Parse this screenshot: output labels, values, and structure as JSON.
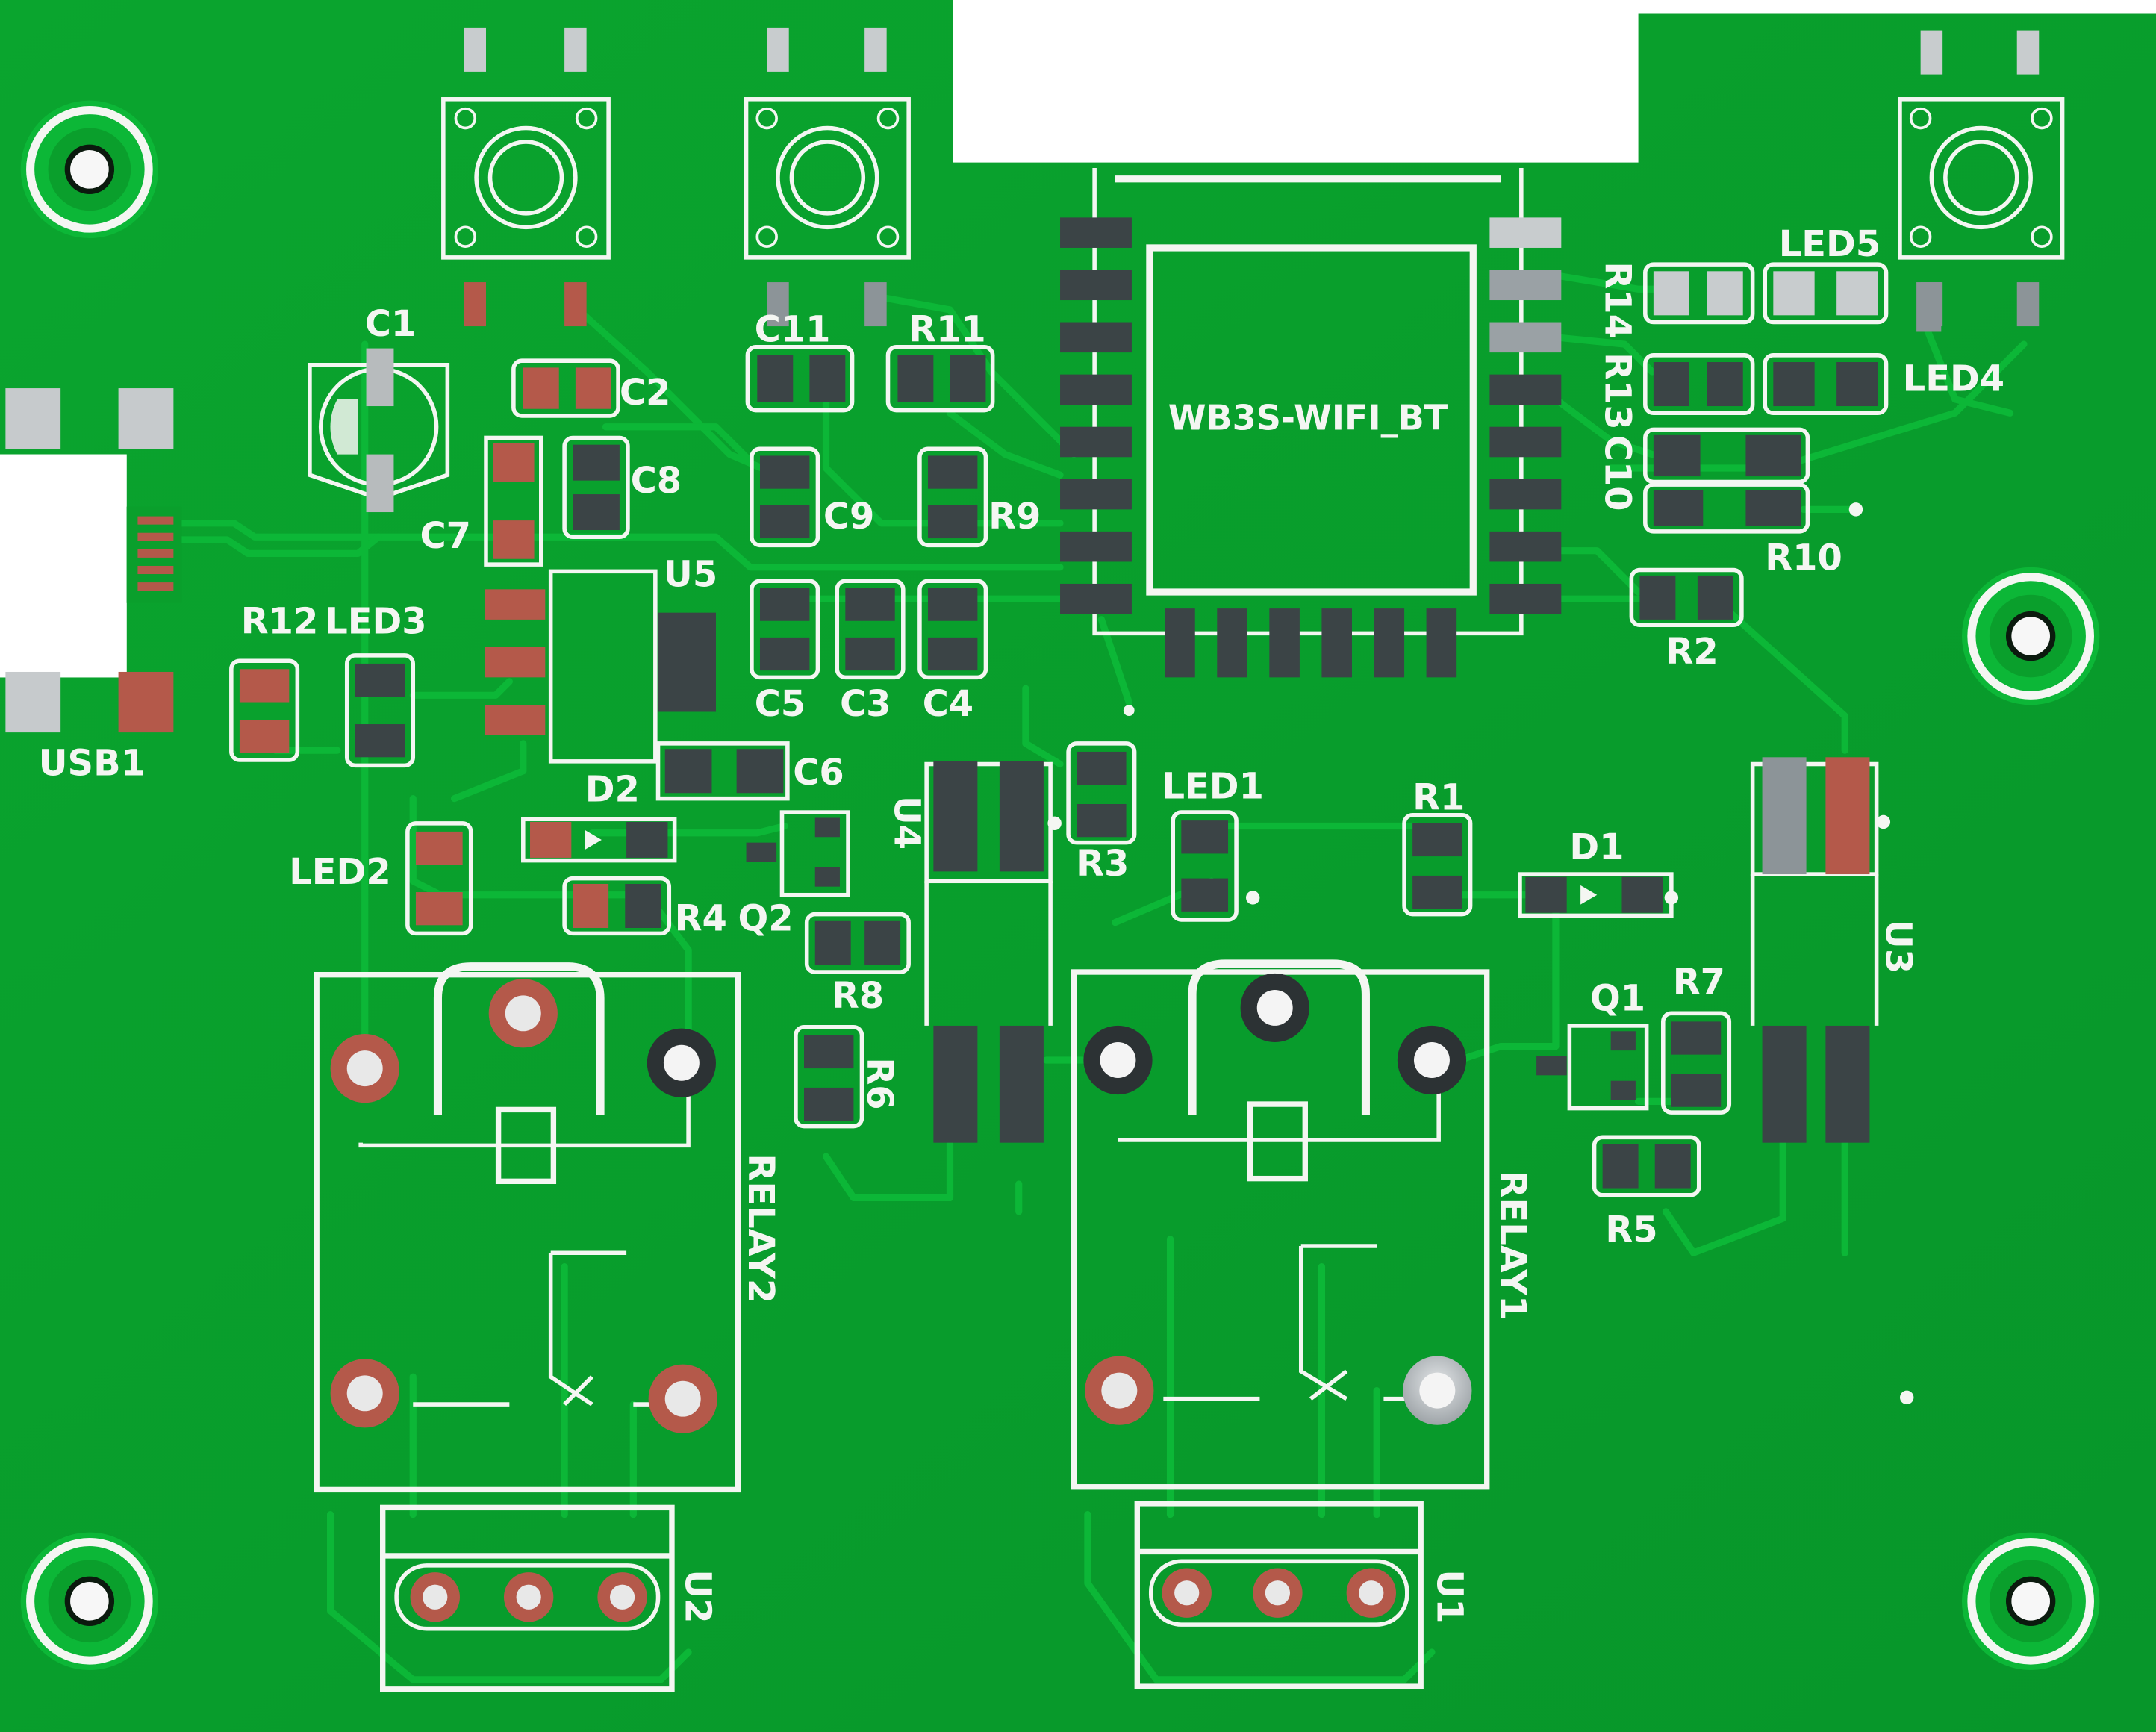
{
  "board": {
    "colors": {
      "substrate": "#0a9f2c",
      "trace": "#0bb336",
      "silkscreen": "#f4f6f2",
      "pad_tin": "#c9cdcf",
      "pad_copper": "#b4594a",
      "background": "#ffffff"
    },
    "module_label": "WB3S-WIFI_BT",
    "designators": {
      "USB1": "USB1",
      "C1": "C1",
      "C2": "C2",
      "C3": "C3",
      "C4": "C4",
      "C5": "C5",
      "C6": "C6",
      "C7": "C7",
      "C8": "C8",
      "C9": "C9",
      "C10": "C10",
      "C11": "C11",
      "R1": "R1",
      "R2": "R2",
      "R3": "R3",
      "R4": "R4",
      "R5": "R5",
      "R6": "R6",
      "R7": "R7",
      "R8": "R8",
      "R9": "R9",
      "R10": "R10",
      "R11": "R11",
      "R12": "R12",
      "R13": "R13",
      "R14": "R14",
      "LED1": "LED1",
      "LED2": "LED2",
      "LED3": "LED3",
      "LED4": "LED4",
      "LED5": "LED5",
      "D1": "D1",
      "D2": "D2",
      "Q1": "Q1",
      "Q2": "Q2",
      "U1": "U1",
      "U2": "U2",
      "U3": "U3",
      "U4": "U4",
      "U5": "U5",
      "RELAY1": "RELAY1",
      "RELAY2": "RELAY2"
    }
  }
}
